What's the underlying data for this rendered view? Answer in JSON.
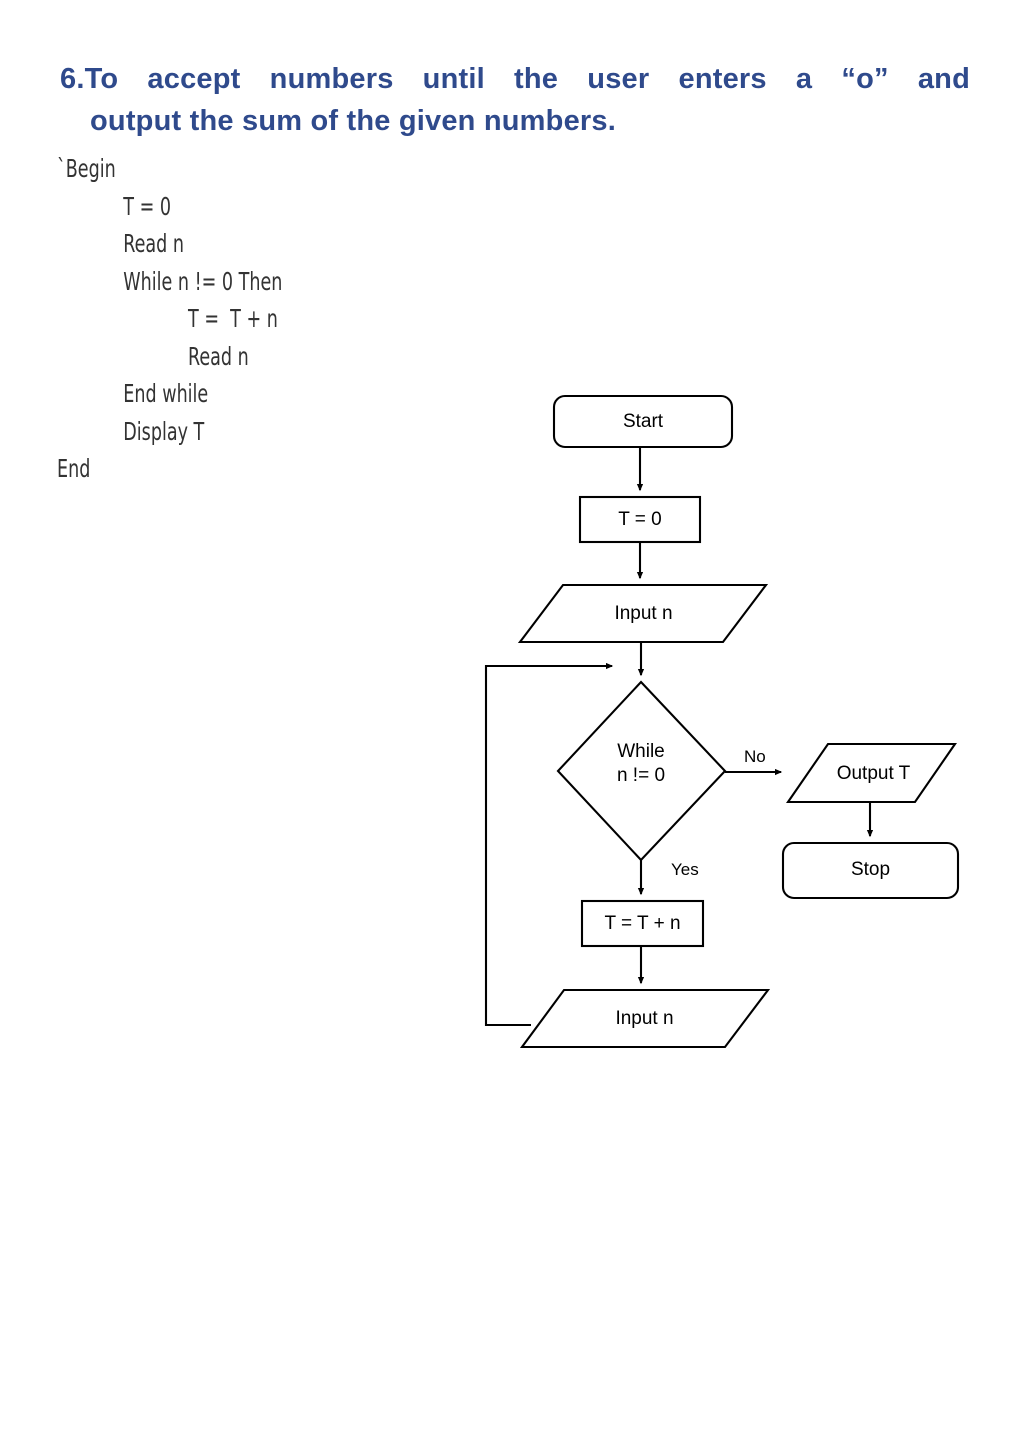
{
  "heading": {
    "number": "6.",
    "line1": "To  accept  numbers  until  the  user  enters  a  “o”  and",
    "line2": "output the sum of the given numbers.",
    "color": "#2f4a8c"
  },
  "pseudocode": {
    "lines": [
      {
        "indent": 0,
        "text": "`Begin"
      },
      {
        "indent": 1,
        "text": "T = 0"
      },
      {
        "indent": 1,
        "text": "Read n"
      },
      {
        "indent": 1,
        "text": "While n != 0 Then"
      },
      {
        "indent": 2,
        "text": "T =  T + n"
      },
      {
        "indent": 2,
        "text": "Read n"
      },
      {
        "indent": 1,
        "text": "End while"
      },
      {
        "indent": 1,
        "text": "Display T"
      },
      {
        "indent": 0,
        "text": "End"
      }
    ]
  },
  "flowchart": {
    "type": "flowchart",
    "stroke_color": "#000000",
    "fill_color": "#ffffff",
    "nodes": [
      {
        "id": "start",
        "shape": "terminator",
        "label": "Start"
      },
      {
        "id": "init",
        "shape": "process",
        "label": "T = 0"
      },
      {
        "id": "input1",
        "shape": "input-output",
        "label": "Input n"
      },
      {
        "id": "decision",
        "shape": "decision",
        "label_line1": "While",
        "label_line2": "n != 0"
      },
      {
        "id": "output",
        "shape": "input-output",
        "label": "Output T"
      },
      {
        "id": "stop",
        "shape": "terminator",
        "label": "Stop"
      },
      {
        "id": "accumulate",
        "shape": "process",
        "label": "T = T + n"
      },
      {
        "id": "input2",
        "shape": "input-output",
        "label": "Input n"
      }
    ],
    "edges": [
      {
        "from": "start",
        "to": "init",
        "label": ""
      },
      {
        "from": "init",
        "to": "input1",
        "label": ""
      },
      {
        "from": "input1",
        "to": "decision",
        "label": ""
      },
      {
        "from": "decision",
        "to": "output",
        "label": "No"
      },
      {
        "from": "decision",
        "to": "accumulate",
        "label": "Yes"
      },
      {
        "from": "output",
        "to": "stop",
        "label": ""
      },
      {
        "from": "accumulate",
        "to": "input2",
        "label": ""
      },
      {
        "from": "input2",
        "to": "decision",
        "label": ""
      }
    ],
    "edge_labels": {
      "no": "No",
      "yes": "Yes"
    }
  }
}
